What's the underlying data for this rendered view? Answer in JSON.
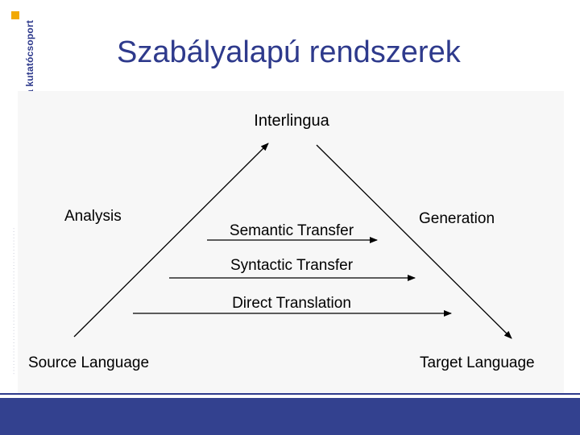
{
  "header": {
    "logo_text": "a kutatócsoport",
    "title": "Szabályalapú rendszerek",
    "accent_color": "#2e3a8c",
    "logo_square_color": "#f2a900"
  },
  "diagram": {
    "apex": "Interlingua",
    "left_side": "Analysis",
    "right_side": "Generation",
    "bottom_left": "Source Language",
    "bottom_right": "Target Language",
    "transfers": [
      "Semantic Transfer",
      "Syntactic Transfer",
      "Direct Translation"
    ]
  },
  "footer": {
    "bar_color": "#33418f"
  }
}
